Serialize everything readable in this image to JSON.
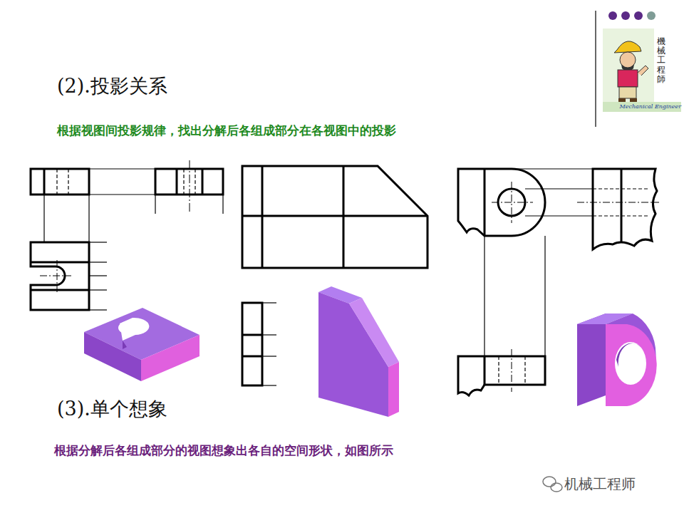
{
  "diagram": {
    "title": "(2).投影关系",
    "labels": [
      "根据视图间投影规律，找出分解后各组成部分在各视图中的投影",
      "(3).单个想象",
      "根据分解后各组成部分的视图想象出各自的空间形状，如图所示",
      "機械工程師",
      "Mechanical Engineer",
      "机械工程师"
    ]
  }
}
